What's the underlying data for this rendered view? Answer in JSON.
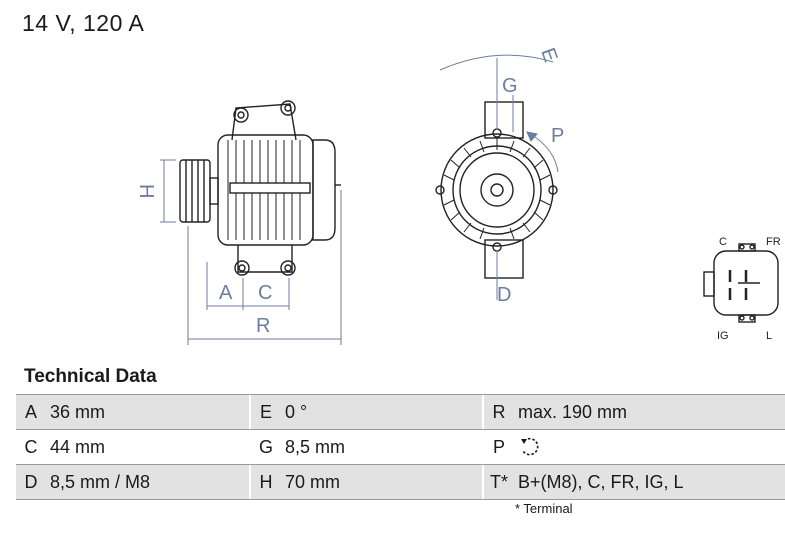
{
  "title": "14 V, 120 A",
  "section_title": "Technical Data",
  "drawing": {
    "dimension_labels": {
      "H": "H",
      "A": "A",
      "C": "C",
      "R": "R",
      "G": "G",
      "E": "E",
      "P": "P",
      "D": "D"
    },
    "connector_labels": {
      "C": "C",
      "FR": "FR",
      "IG": "IG",
      "L": "L"
    }
  },
  "rows": [
    {
      "k1": "A",
      "v1": "36 mm",
      "k2": "E",
      "v2": "0 °",
      "k3": "R",
      "v3": "max. 190 mm"
    },
    {
      "k1": "C",
      "v1": "44 mm",
      "k2": "G",
      "v2": "8,5 mm",
      "k3": "P",
      "v3": ""
    },
    {
      "k1": "D",
      "v1": "8,5 mm / M8",
      "k2": "H",
      "v2": "70 mm",
      "k3": "T*",
      "v3": "B+(M8), C, FR, IG, L"
    }
  ],
  "rotation_icon": "clockwise-rotation-icon",
  "footnote": "* Terminal"
}
